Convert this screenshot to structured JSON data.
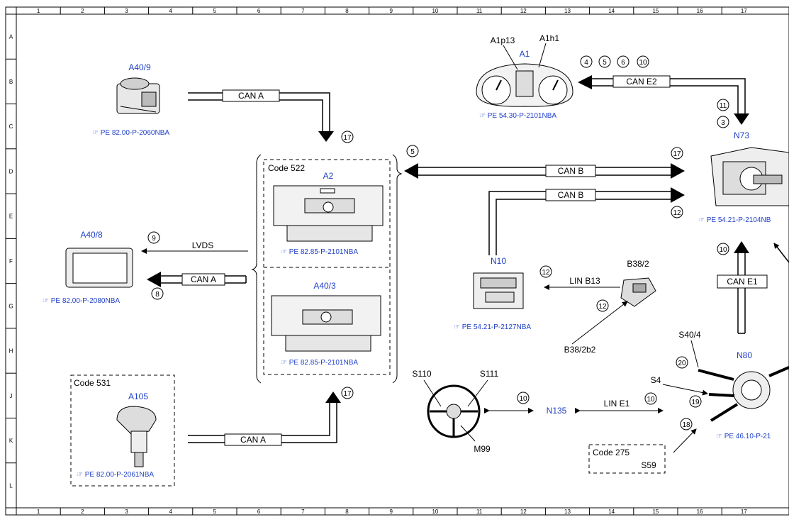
{
  "grid": {
    "columns": [
      "1",
      "2",
      "3",
      "4",
      "5",
      "6",
      "7",
      "8",
      "9",
      "10",
      "11",
      "12",
      "13",
      "14",
      "15",
      "16",
      "17"
    ],
    "rows": [
      "A",
      "B",
      "C",
      "D",
      "E",
      "F",
      "G",
      "H",
      "J",
      "K",
      "L"
    ]
  },
  "components": {
    "a40_9": {
      "id": "A40/9",
      "ref": "PE 82.00-P-2060NBA"
    },
    "a1": {
      "id": "A1",
      "sub1": "A1p13",
      "sub2": "A1h1",
      "ref": "PE 54.30-P-2101NBA"
    },
    "n73": {
      "id": "N73",
      "ref": "PE 54.21-P-2104NB"
    },
    "a2": {
      "id": "A2",
      "code": "Code 522",
      "ref": "PE 82.85-P-2101NBA"
    },
    "a40_3": {
      "id": "A40/3",
      "ref": "PE 82.85-P-2101NBA"
    },
    "a40_8": {
      "id": "A40/8",
      "ref": "PE 82.00-P-2080NBA"
    },
    "n10": {
      "id": "N10",
      "ref": "PE 54.21-P-2127NBA"
    },
    "b38_2": {
      "id": "B38/2",
      "sub": "B38/2b2"
    },
    "a105": {
      "id": "A105",
      "code": "Code 531",
      "ref": "PE 82.00-P-2061NBA"
    },
    "steering": {
      "s110": "S110",
      "s111": "S111",
      "m99": "M99"
    },
    "n135": {
      "id": "N135"
    },
    "n80": {
      "id": "N80",
      "s40_4": "S40/4",
      "s4": "S4",
      "ref": "PE 46.10-P-21"
    },
    "code275": {
      "code": "Code 275",
      "s59": "S59"
    }
  },
  "buses": {
    "can_a": "CAN A",
    "can_b": "CAN B",
    "can_e1": "CAN E1",
    "can_e2": "CAN E2",
    "lvds": "LVDS",
    "lin_b13": "LIN B13",
    "lin_e1": "LIN E1"
  },
  "circles": {
    "c4": "4",
    "c5": "5",
    "c6": "6",
    "c10": "10",
    "c11": "11",
    "c3": "3",
    "c17": "17",
    "c5b": "5",
    "c17b": "17",
    "c12": "12",
    "c9": "9",
    "c8": "8",
    "c10b": "10",
    "c12b": "12",
    "c12c": "12",
    "c17c": "17",
    "c10c": "10",
    "c10d": "10",
    "c20": "20",
    "c19": "19",
    "c18": "18"
  },
  "colors": {
    "label_blue": "#1f3fc8"
  }
}
